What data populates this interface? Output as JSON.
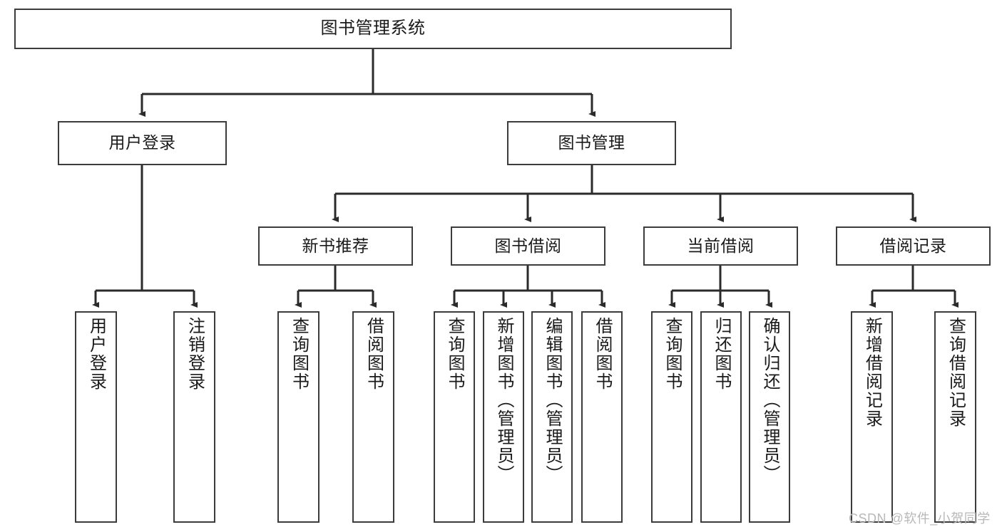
{
  "diagram": {
    "title": "图书管理系统",
    "type": "hierarchy-tree",
    "watermark": "CSDN @软件_小贺同学",
    "colors": {
      "box_border": "#3c3c3c",
      "box_fill": "#ffffff",
      "line": "#2b2b2b",
      "text": "#1a1a1a",
      "watermark": "#b8b8b8",
      "background": "#ffffff"
    },
    "levels": [
      {
        "level": 1,
        "nodes": [
          {
            "id": "root",
            "label": "图书管理系统",
            "orientation": "horizontal"
          }
        ]
      },
      {
        "level": 2,
        "nodes": [
          {
            "id": "login",
            "label": "用户登录",
            "orientation": "horizontal",
            "parent": "root"
          },
          {
            "id": "bookmgmt",
            "label": "图书管理",
            "orientation": "horizontal",
            "parent": "root"
          }
        ]
      },
      {
        "level": 3,
        "nodes": [
          {
            "id": "newbook",
            "label": "新书推荐",
            "orientation": "horizontal",
            "parent": "bookmgmt"
          },
          {
            "id": "borrow",
            "label": "图书借阅",
            "orientation": "horizontal",
            "parent": "bookmgmt"
          },
          {
            "id": "current",
            "label": "当前借阅",
            "orientation": "horizontal",
            "parent": "bookmgmt"
          },
          {
            "id": "records",
            "label": "借阅记录",
            "orientation": "horizontal",
            "parent": "bookmgmt"
          }
        ]
      },
      {
        "level": 4,
        "nodes": [
          {
            "id": "leaf1",
            "label": "用户登录",
            "orientation": "vertical",
            "parent": "login"
          },
          {
            "id": "leaf2",
            "label": "注销登录",
            "orientation": "vertical",
            "parent": "login"
          },
          {
            "id": "leaf3",
            "label": "查询图书",
            "orientation": "vertical",
            "parent": "newbook"
          },
          {
            "id": "leaf4",
            "label": "借阅图书",
            "orientation": "vertical",
            "parent": "newbook"
          },
          {
            "id": "leaf5",
            "label": "查询图书",
            "orientation": "vertical",
            "parent": "borrow"
          },
          {
            "id": "leaf6",
            "label": "新增图书（管理员）",
            "orientation": "vertical",
            "parent": "borrow"
          },
          {
            "id": "leaf7",
            "label": "编辑图书（管理员）",
            "orientation": "vertical",
            "parent": "borrow"
          },
          {
            "id": "leaf8",
            "label": "借阅图书",
            "orientation": "vertical",
            "parent": "borrow"
          },
          {
            "id": "leaf9",
            "label": "查询图书",
            "orientation": "vertical",
            "parent": "current"
          },
          {
            "id": "leaf10",
            "label": "归还图书",
            "orientation": "vertical",
            "parent": "current"
          },
          {
            "id": "leaf11",
            "label": "确认归还（管理员）",
            "orientation": "vertical",
            "parent": "current"
          },
          {
            "id": "leaf12",
            "label": "新增借阅记录",
            "orientation": "vertical",
            "parent": "records"
          },
          {
            "id": "leaf13",
            "label": "查询借阅记录",
            "orientation": "vertical",
            "parent": "records"
          }
        ]
      }
    ]
  }
}
